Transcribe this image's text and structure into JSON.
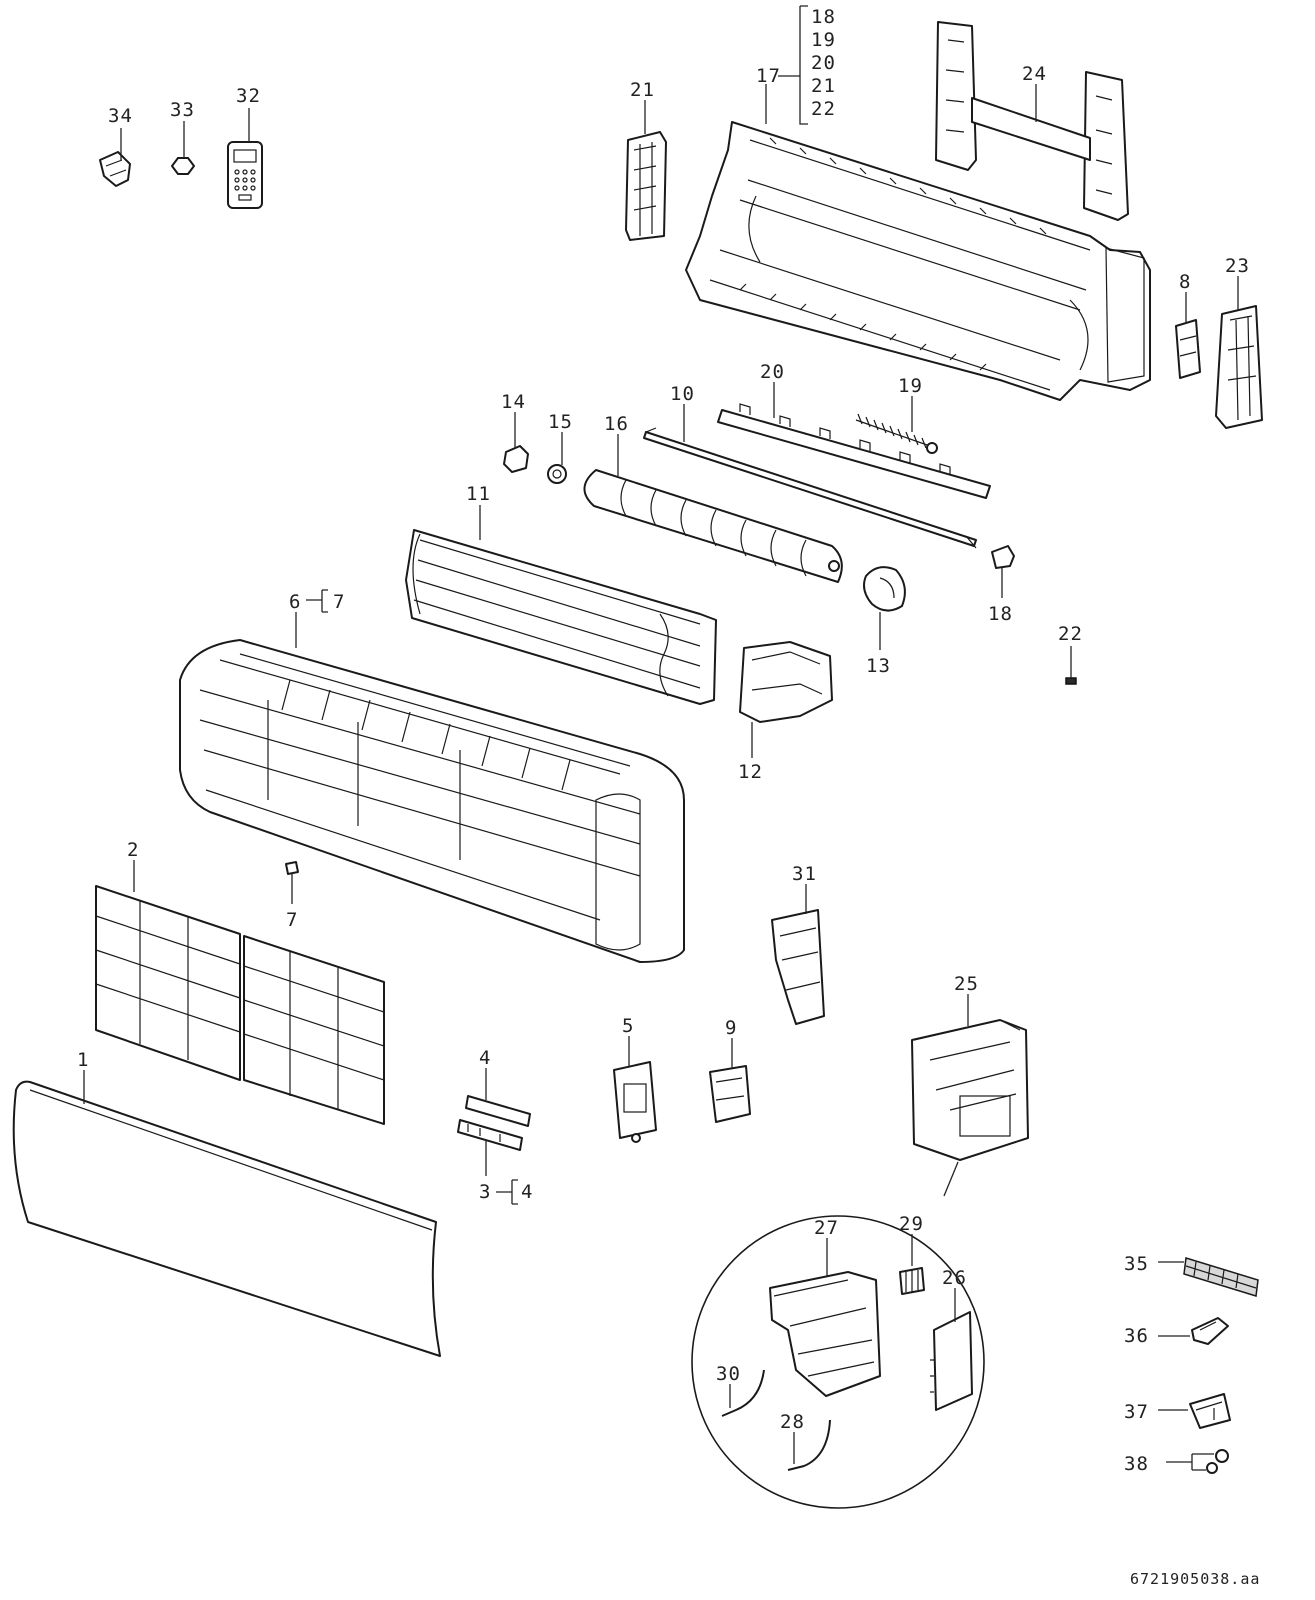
{
  "callouts": {
    "c1": "1",
    "c2": "2",
    "c3": "3",
    "c3b": "4",
    "c4": "4",
    "c5": "5",
    "c6": "6",
    "c6b": "7",
    "c7": "7",
    "c8": "8",
    "c9": "9",
    "c10": "10",
    "c11": "11",
    "c12": "12",
    "c13": "13",
    "c14": "14",
    "c15": "15",
    "c16": "16",
    "c17": "17",
    "c17_list": [
      "18",
      "19",
      "20",
      "21",
      "22"
    ],
    "c18": "18",
    "c19": "19",
    "c20": "20",
    "c21": "21",
    "c22": "22",
    "c23": "23",
    "c24": "24",
    "c25": "25",
    "c26": "26",
    "c27": "27",
    "c28": "28",
    "c29": "29",
    "c30": "30",
    "c31": "31",
    "c32": "32",
    "c33": "33",
    "c34": "34",
    "c35": "35",
    "c36": "36",
    "c37": "37",
    "c38": "38"
  },
  "reference": "6721905038.aa"
}
